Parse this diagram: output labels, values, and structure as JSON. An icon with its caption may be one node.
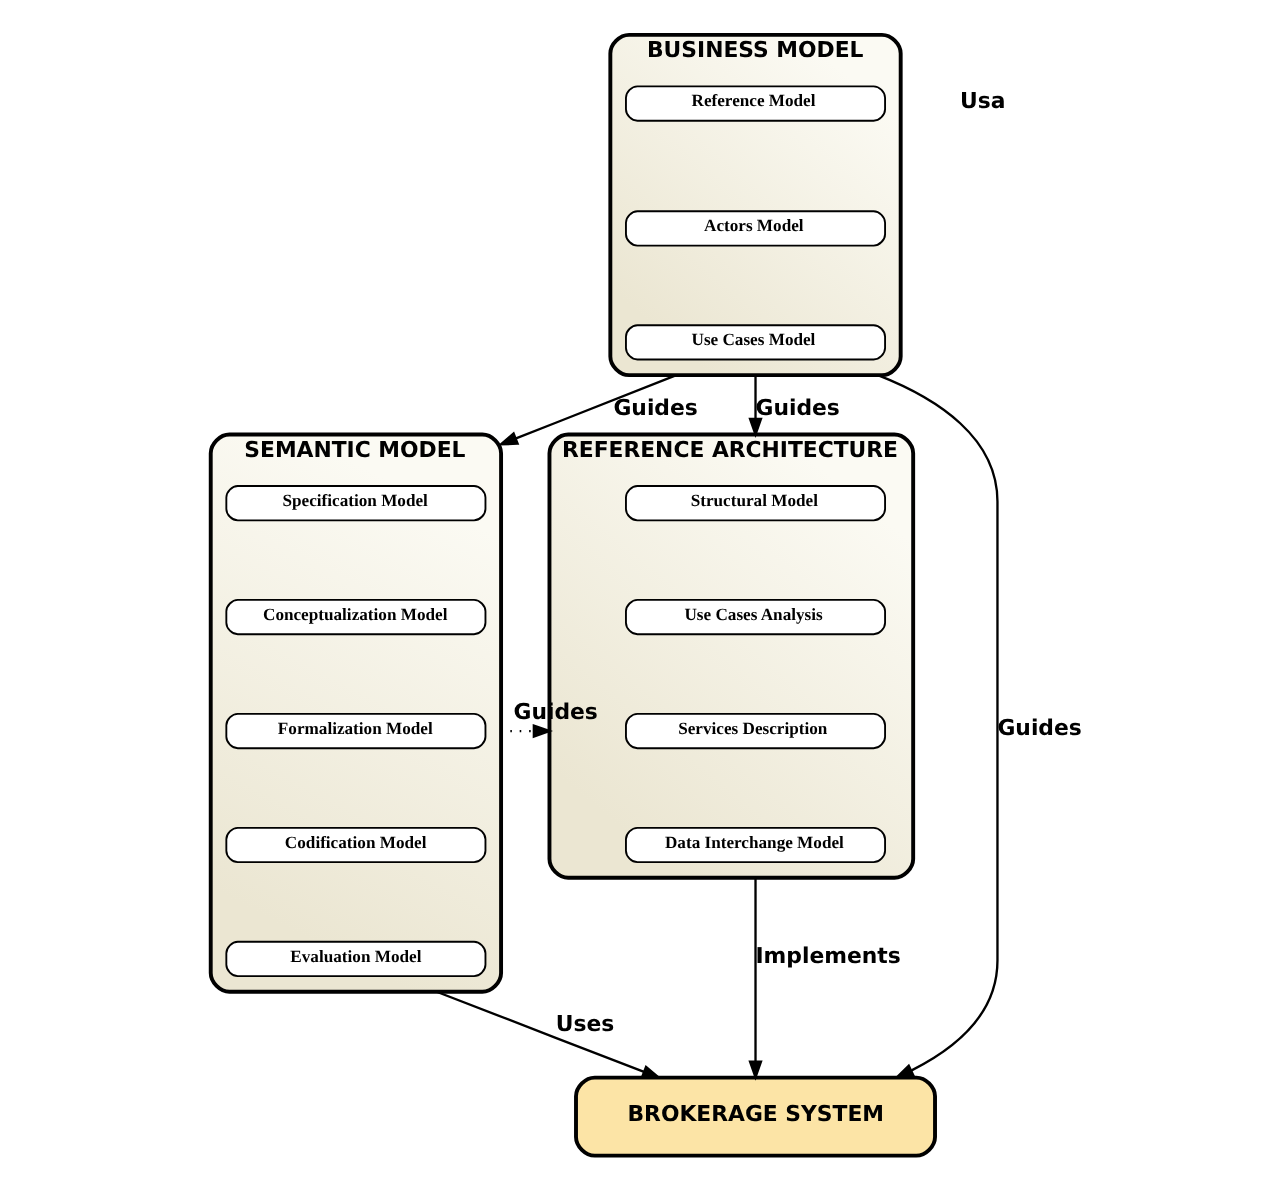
{
  "diagram": {
    "nodes": [
      {
        "text": [
          "BUSINESS MODEL"
        ]
      },
      {
        "text": [
          "Reference Model"
        ],
        "in": 0
      },
      {
        "text": [
          "Actors Model"
        ],
        "in": 0
      },
      {
        "text": [
          "Use Cases Model"
        ],
        "in": 0
      },
      {
        "text": [
          "SEMANTIC MODEL"
        ]
      },
      {
        "text": [
          "Specification Model"
        ],
        "in": 4
      },
      {
        "text": [
          "Conceptualization Model"
        ],
        "in": 4
      },
      {
        "text": [
          "Formalization Model"
        ],
        "in": 4
      },
      {
        "text": [
          "Codification Model"
        ],
        "in": 4
      },
      {
        "text": [
          "Evaluation Model"
        ],
        "in": 4
      },
      {
        "text": [
          "REFERENCE ARCHITECTURE"
        ]
      },
      {
        "text": [
          "Structural Model"
        ],
        "in": 10
      },
      {
        "text": [
          "Use Cases Analysis"
        ],
        "in": 10
      },
      {
        "text": [
          "Services Description"
        ],
        "in": 10
      },
      {
        "text": [
          "Data Interchange Model"
        ],
        "in": 10
      },
      {
        "text": [
          "BROKERAGE SYSTEM"
        ]
      }
    ],
    "edges": [
      {
        "from": 0,
        "to": 4,
        "arrow": "to",
        "label": "Guides"
      },
      {
        "from": 0,
        "to": 10,
        "arrow": "to",
        "label": "Guides"
      },
      {
        "from": 0,
        "to": 15,
        "arrow": "to",
        "label": "Guides"
      },
      {
        "from": 4,
        "to": 10,
        "arrow": "to",
        "label": "Guides",
        "style": "dashed"
      },
      {
        "from": 4,
        "to": 15,
        "arrow": "to",
        "label": "Uses"
      },
      {
        "from": 10,
        "to": 15,
        "arrow": "to",
        "label": "Implements"
      }
    ],
    "labels": [
      "Usa"
    ]
  }
}
